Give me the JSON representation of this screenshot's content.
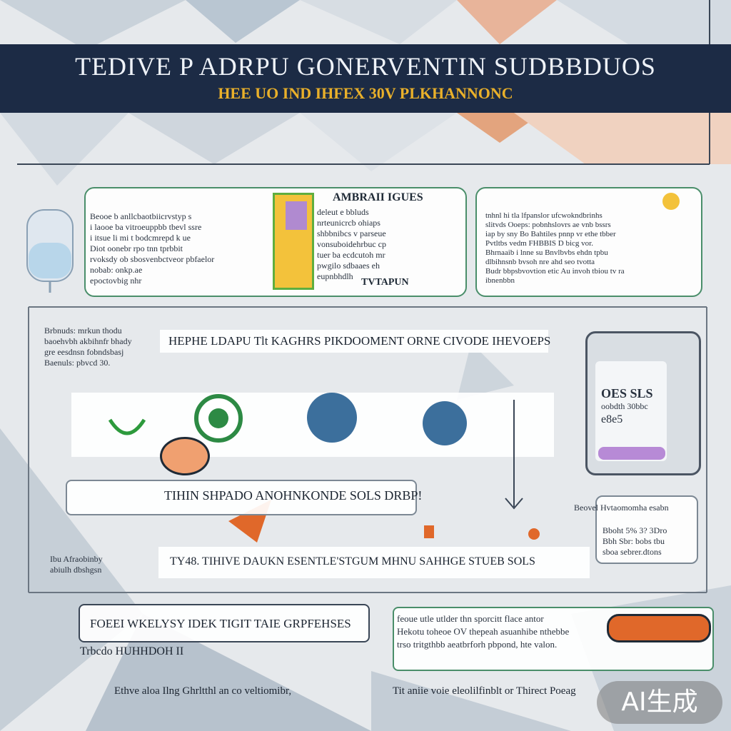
{
  "header": {
    "title": "TEDIVE P ADRPU GONERVENTIN SUDBBDUOS",
    "subtitle": "HEE UO IND IHFEX 30V PLKHANNONC"
  },
  "card_left": {
    "heading": "AMBRAII IGUES",
    "lines": [
      "Beooe b anllcbaotbiicrvstyp s",
      "i laooe ba vitroeuppbb tbevl ssre",
      "i itsue li mi t bodcmrepd k ue",
      "Diot oonebr rpo tnn tprbbit",
      "rvoksdy ob sbosvenbctveor pbfaelor",
      "nobab: onkp.ae",
      "epoctovbig nhr"
    ],
    "right_lines": [
      "deleut e bbluds",
      "nrteunicrcb ohiaps",
      "shbbnibcs v parseue",
      "vonsuboidehrbuc cp",
      "tuer ba ecdcutoh mr",
      "pwgilo sdbaaes eh",
      "eupnbhdlh"
    ],
    "caption": "TVTAPUN"
  },
  "card_right": {
    "lines": [
      "tnhnl hi tla lfpanslor ufcwokndbrinhs",
      "slitvds Ooeps: pobnhslovrs ae vnb bssrs",
      "iap by sny Bo Bahtiles pnnp vr ethe tbber",
      "Pvtltbs vedm FHBBIS D bicg vor.",
      "Bhrnaaib i lnne su Bnvlbvbs ehdn tpbu",
      "dlbihnsnb bvsoh nre ahd seo tvotta",
      "Budr bbpsbvovtion etic Au invoh tbiou tv ra",
      "ibnenbbn"
    ]
  },
  "middle": {
    "left_lines": [
      "Brbnuds: mrkun thodu",
      "baoehvbh akbihnfr bhady",
      "gre eesdnsn fobndsbasj",
      "Baenuls: pbvcd 30."
    ],
    "banner": "HEPHE LDAPU Tlt KAGHRS PIKDOOMENT ORNE CIVODE IHEVOEPS",
    "row_banner": "TIHIN SHPADO ANOHNKONDE SOLS DRBP!",
    "device_lines": [
      "OES SLS",
      "oobdth 30bbc",
      "e8e5"
    ],
    "side_heading": "Beovel Hvtaomomha esabn",
    "side_lines": [
      "Bboht 5% 3? 3Dro",
      "Bbh Sbr: bobs tbu",
      "sboa sebrer.dtons"
    ],
    "bottom_banner": "TY48. TIHIVE DAUKN ESENTLE'STGUM MHNU SAHHGE STUEB SOLS",
    "bottom_left": [
      "Ibu Afraobinby",
      "abiulh dbshgsn"
    ]
  },
  "lower": {
    "left_heading": "FOEEI WKELYSY IDEK TIGIT TAIE GRPFEHSES",
    "left_sub": "Trbcdo  HUHHDOH II",
    "right_lines": [
      "feoue utle utlder thn sporcitt flace antor",
      "Hekotu toheoe OV thepeah asuanhibe nthebbe",
      "trso tritgthbb aeatbrforh pbpond, hte valon."
    ]
  },
  "footer": {
    "left": "Ethve aloa Ilng Ghrltthl an co veltiomibr,",
    "right": "Tit aniie voie eleolilfinblt or Thirect Poeag"
  },
  "watermark": "AI生成",
  "colors": {
    "banner": "#1c2b45",
    "accent_yellow": "#e9b02a",
    "accent_green": "#4a8e6a",
    "accent_blue": "#3c6f9c",
    "accent_orange": "#e0682a"
  }
}
